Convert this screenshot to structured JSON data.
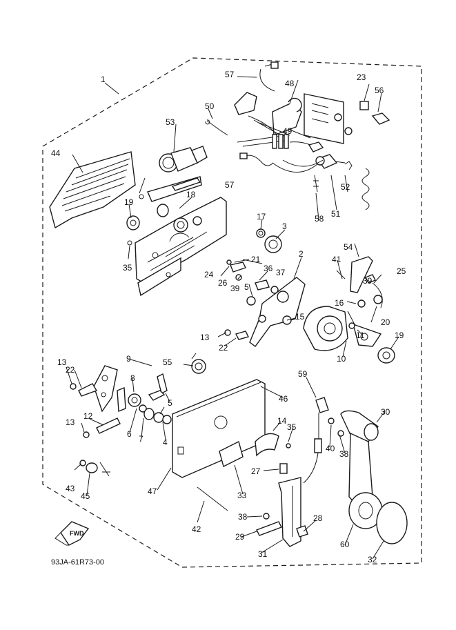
{
  "diagram": {
    "code": "93JA-61R73-00",
    "direction_badge": "FWD",
    "callouts": [
      "1",
      "2",
      "3",
      "4",
      "5",
      "5",
      "6",
      "7",
      "8",
      "9",
      "10",
      "11",
      "12",
      "13",
      "13",
      "13",
      "14",
      "15",
      "16",
      "17",
      "18",
      "19",
      "19",
      "20",
      "21",
      "22",
      "22",
      "23",
      "24",
      "25",
      "26",
      "27",
      "28",
      "29",
      "30",
      "31",
      "32",
      "33",
      "35",
      "35",
      "36",
      "37",
      "38",
      "38",
      "39",
      "39",
      "40",
      "41",
      "42",
      "43",
      "44",
      "45",
      "46",
      "47",
      "48",
      "49",
      "50",
      "51",
      "52",
      "53",
      "54",
      "55",
      "56",
      "57",
      "57",
      "58",
      "59",
      "60"
    ],
    "colors": {
      "ink": "#1a1a1a",
      "paper": "#ffffff"
    }
  }
}
